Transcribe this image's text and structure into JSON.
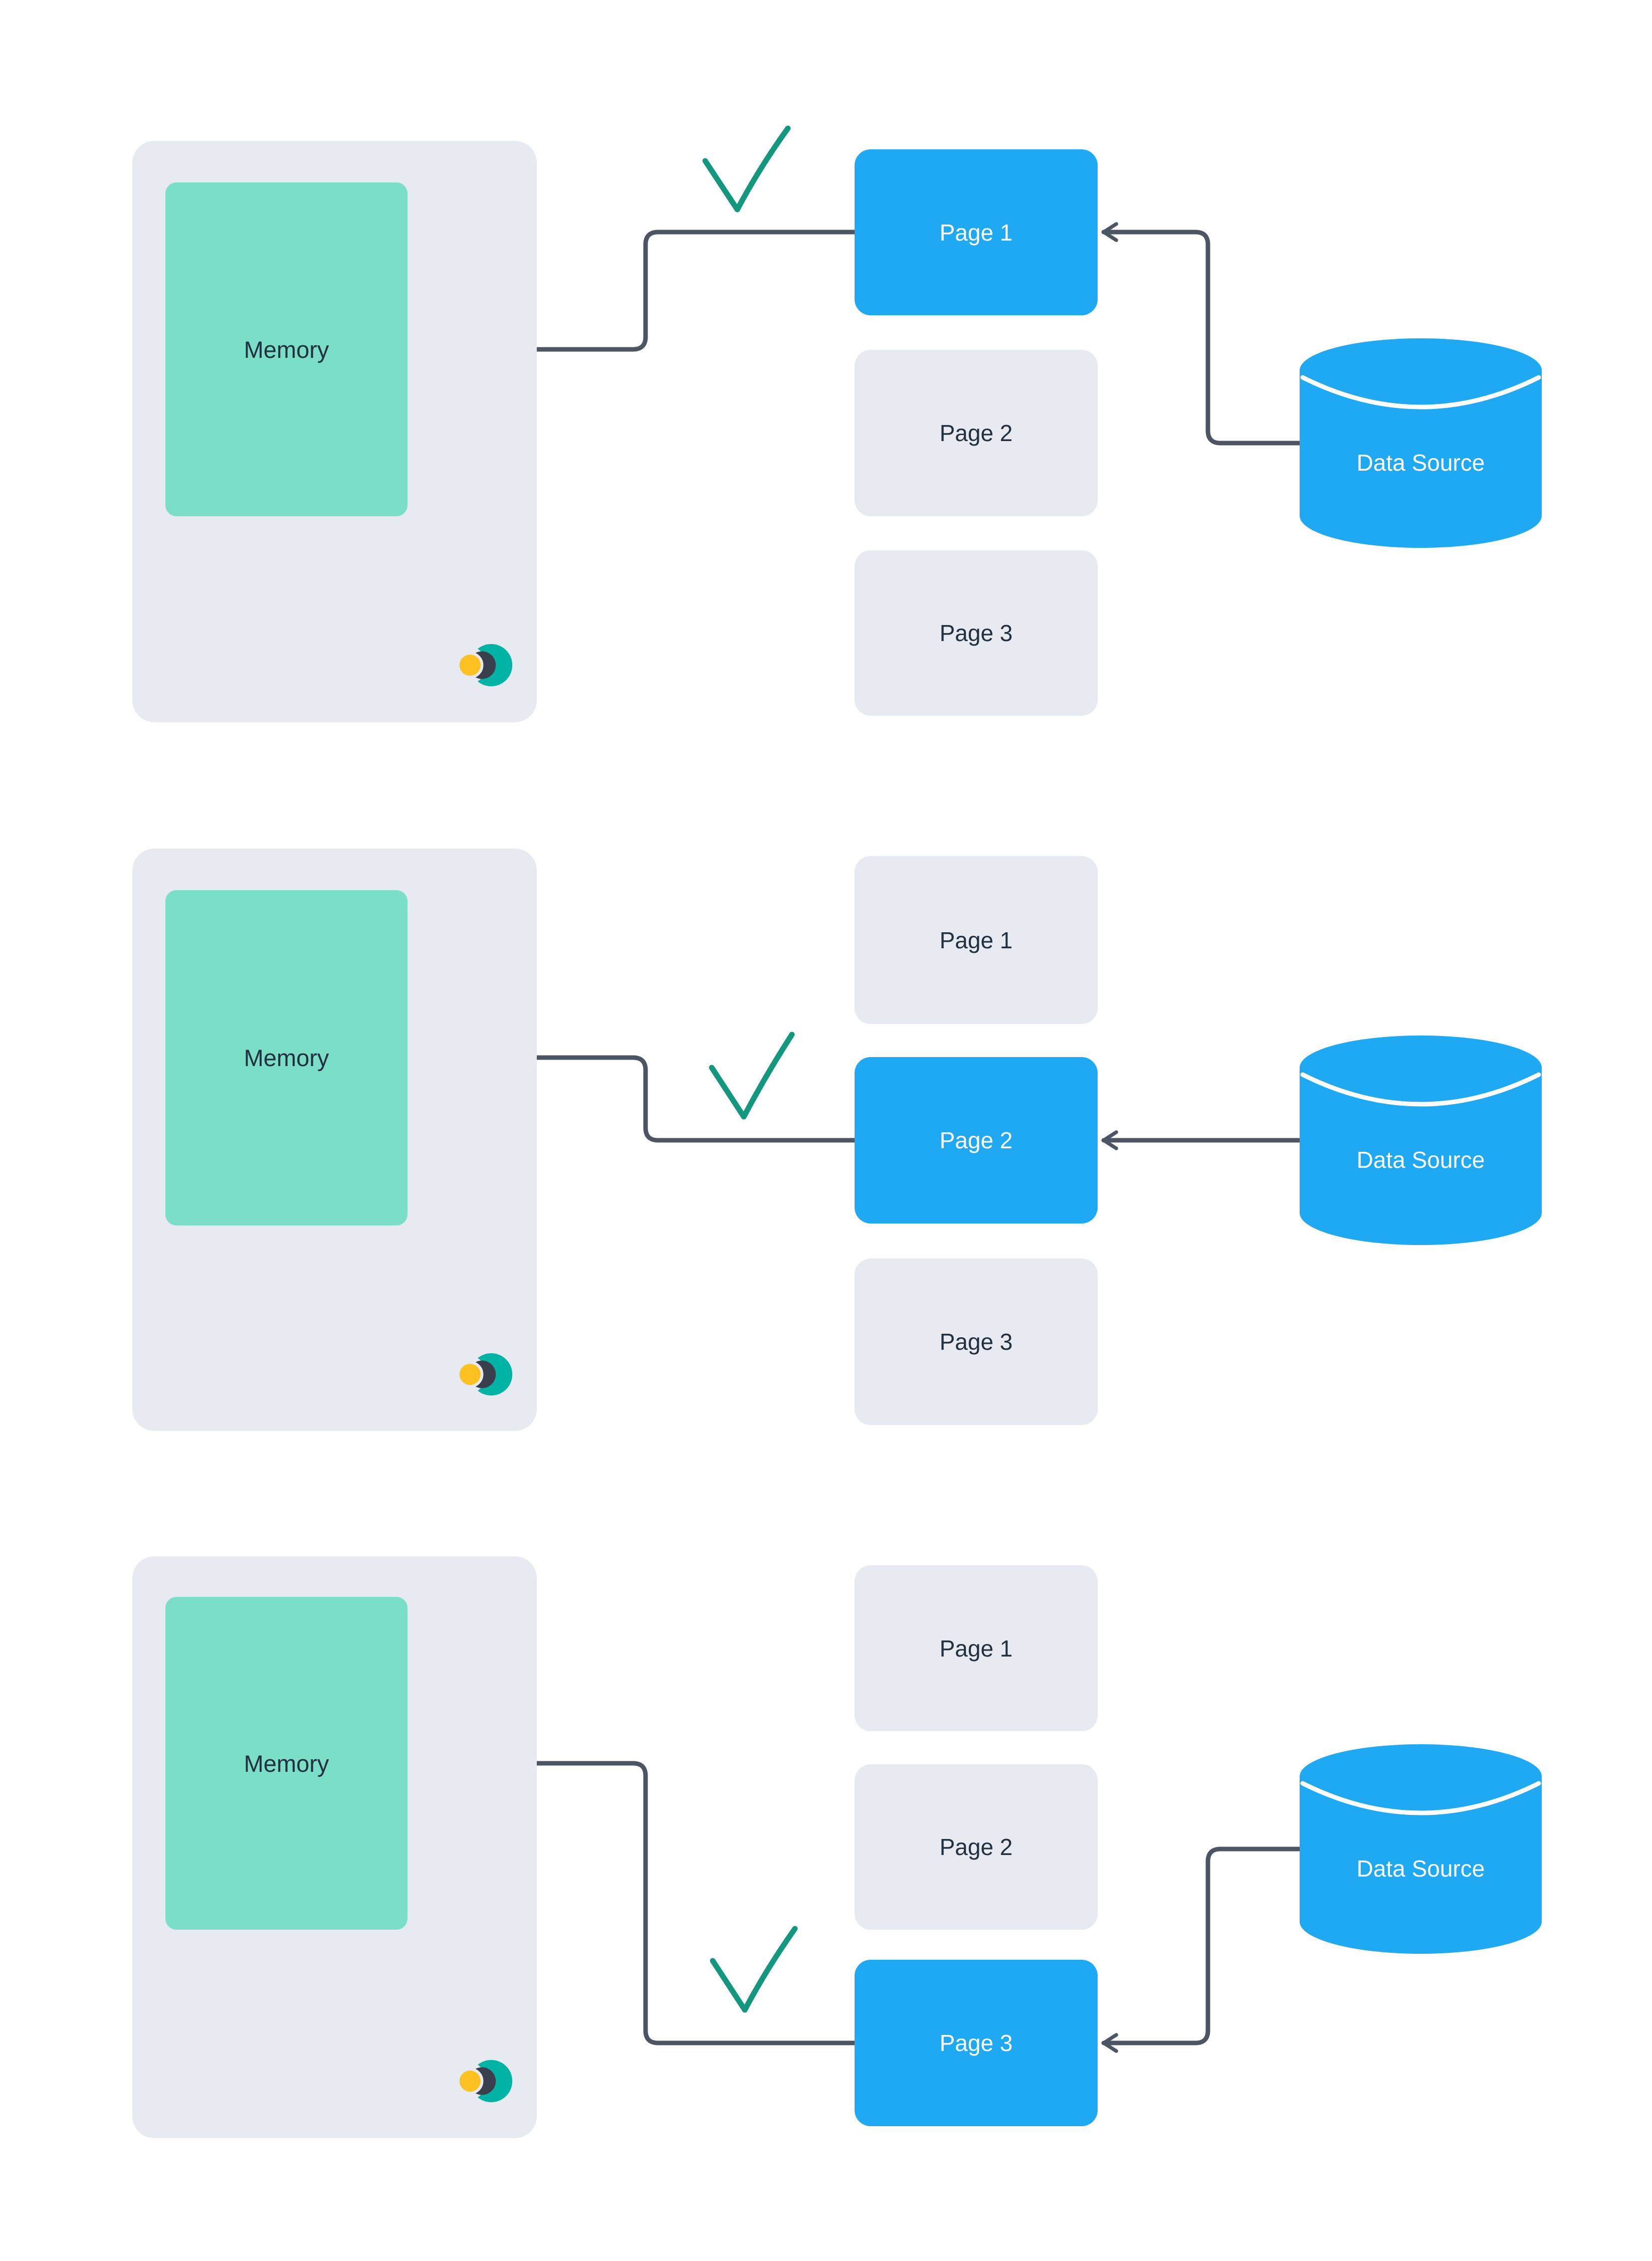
{
  "colors": {
    "background": "#ffffff",
    "panel_fill": "#e7eaf1",
    "memory_fill": "#7bdfc8",
    "page_fill": "#e7eaf1",
    "page_active_fill": "#1ea9f2",
    "datasource_fill": "#1ea9f2",
    "arrow_stroke": "#4d5565",
    "check_stroke": "#13977e",
    "text_dark": "#22303f",
    "text_light": "#ffffff",
    "logo_teal": "#00b3a4",
    "logo_dark": "#3a3f4e",
    "logo_yellow": "#fdc221"
  },
  "rows": [
    {
      "memory_label": "Memory",
      "data_source_label": "Data Source",
      "pages": [
        {
          "label": "Page 1",
          "active": true
        },
        {
          "label": "Page 2",
          "active": false
        },
        {
          "label": "Page 3",
          "active": false
        }
      ]
    },
    {
      "memory_label": "Memory",
      "data_source_label": "Data Source",
      "pages": [
        {
          "label": "Page 1",
          "active": false
        },
        {
          "label": "Page 2",
          "active": true
        },
        {
          "label": "Page 3",
          "active": false
        }
      ]
    },
    {
      "memory_label": "Memory",
      "data_source_label": "Data Source",
      "pages": [
        {
          "label": "Page 1",
          "active": false
        },
        {
          "label": "Page 2",
          "active": false
        },
        {
          "label": "Page 3",
          "active": true
        }
      ]
    }
  ]
}
